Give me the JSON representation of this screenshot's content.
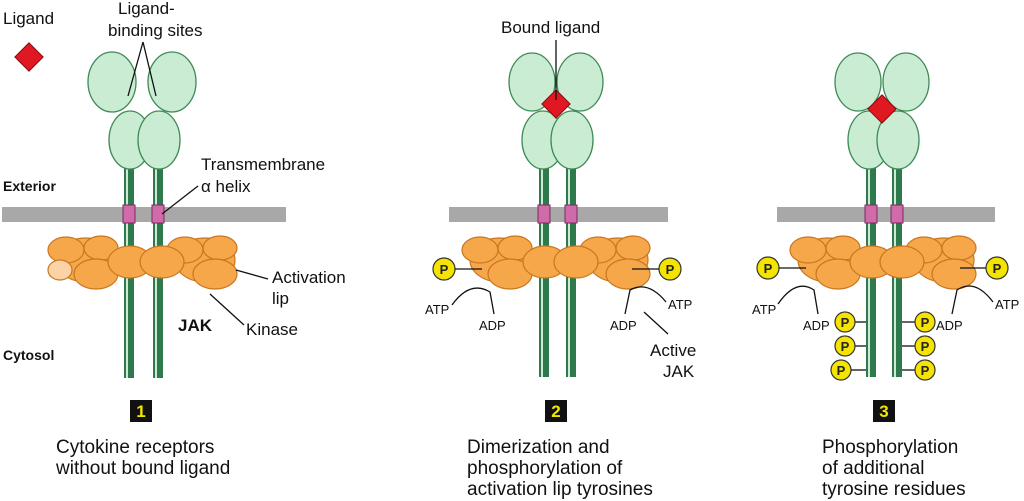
{
  "colors": {
    "receptor_fill": "#c9ecd3",
    "receptor_stroke": "#3f8a57",
    "stalk": "#2e7a4c",
    "membrane": "#a8a8a8",
    "tm_segment": "#d06aa8",
    "jak": "#f6a74a",
    "ligand": "#e01822",
    "phosphate": "#f5e400"
  },
  "labels": {
    "ligand": "Ligand",
    "binding_sites_1": "Ligand-",
    "binding_sites_2": "binding sites",
    "bound_ligand": "Bound ligand",
    "transmembrane_1": "Transmembrane",
    "transmembrane_2": "α helix",
    "exterior": "Exterior",
    "cytosol": "Cytosol",
    "activation_1": "Activation",
    "activation_2": "lip",
    "jak": "JAK",
    "kinase": "Kinase",
    "atp": "ATP",
    "adp": "ADP",
    "active_1": "Active",
    "active_2": "JAK",
    "phosphate": "P"
  },
  "steps": [
    {
      "number": "1",
      "caption": [
        "Cytokine receptors",
        "without bound ligand"
      ]
    },
    {
      "number": "2",
      "caption": [
        "Dimerization and",
        "phosphorylation of",
        "activation lip tyrosines"
      ]
    },
    {
      "number": "3",
      "caption": [
        "Phosphorylation",
        "of additional",
        "tyrosine residues"
      ]
    }
  ]
}
